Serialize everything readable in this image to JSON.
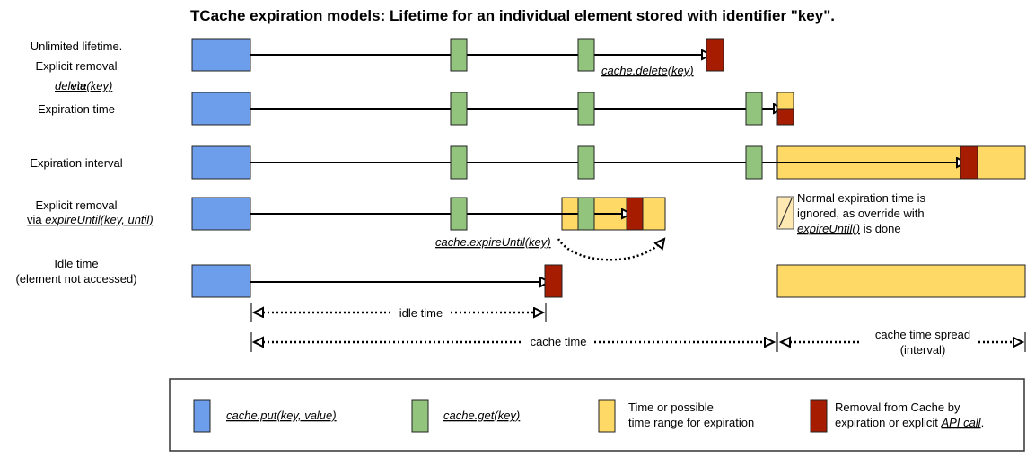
{
  "title": "TCache expiration models: Lifetime for an individual element stored  with identifier \"key\".",
  "rows": {
    "unlimited": {
      "label_line1": "Unlimited lifetime.",
      "label_line2": "Explicit removal",
      "label_line3_prefix": "via ",
      "label_line3_code": "delete(key)",
      "annotation": "cache.delete(key)"
    },
    "expiration_time": {
      "label": "Expiration time"
    },
    "expiration_interval": {
      "label": "Expiration interval"
    },
    "explicit_removal": {
      "label_line1": "Explicit removal",
      "label_line2_prefix": "via ",
      "label_line2_code": "expireUntil(key, until)",
      "annotation": "cache.expireUntil(key)"
    },
    "idle_time": {
      "label_line1": "Idle time",
      "label_line2": "(element not accessed)"
    }
  },
  "note": {
    "line1": "Normal expiration time is",
    "line2": "ignored, as override with",
    "line3_code": "expireUntil()",
    "line3_suffix": " is done"
  },
  "measures": {
    "idle_time": "idle time",
    "cache_time": "cache time",
    "spread_line1": "cache time spread",
    "spread_line2": "(interval)"
  },
  "legend": {
    "put": "cache.put(key, value)",
    "get": "cache.get(key)",
    "range_line1": "Time or possible",
    "range_line2": "time range for expiration",
    "removal_line1": "Removal from Cache by",
    "removal_line2_prefix": "expiration or explicit ",
    "removal_line2_code": "API call",
    "removal_line2_suffix": "."
  },
  "colors": {
    "put": "#6d9eeb",
    "get": "#93c47d",
    "range": "#ffd966",
    "removal": "#a61c00",
    "arrow": "#000000",
    "measure": "#777777"
  }
}
